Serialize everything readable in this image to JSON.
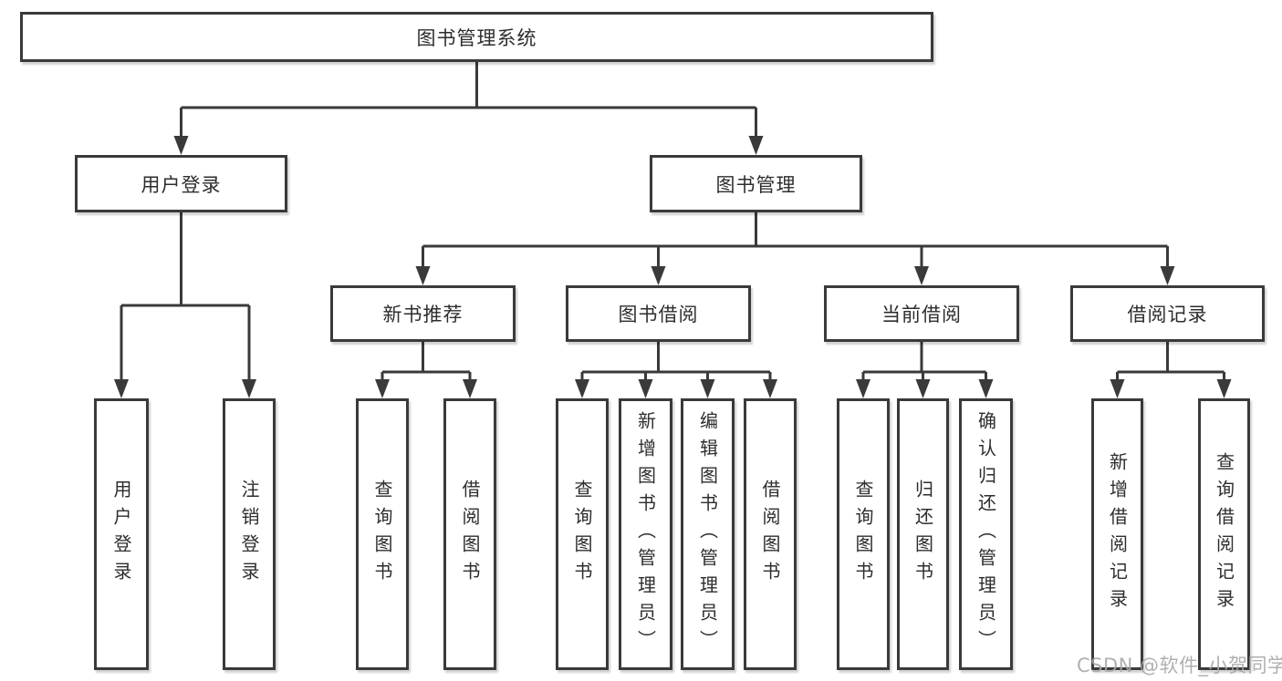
{
  "colors": {
    "line": "#3a3a3a",
    "box_border": "#3a3a3a",
    "box_fill": "#ffffff",
    "text": "#2d2d2d",
    "watermark_text_color": "#a8a8a8",
    "background": "#ffffff"
  },
  "tree": {
    "root": {
      "label": "图书管理系统"
    },
    "branches": [
      {
        "label": "用户登录",
        "children": [
          "用户登录",
          "注销登录"
        ]
      },
      {
        "label": "图书管理"
      }
    ],
    "modules": [
      {
        "label": "新书推荐",
        "children": [
          "查询图书",
          "借阅图书"
        ]
      },
      {
        "label": "图书借阅",
        "children": [
          "查询图书",
          "新增图书（管理员）",
          "编辑图书（管理员）",
          "借阅图书"
        ]
      },
      {
        "label": "当前借阅",
        "children": [
          "查询图书",
          "归还图书",
          "确认归还（管理员）"
        ]
      },
      {
        "label": "借阅记录",
        "children": [
          "新增借阅记录",
          "查询借阅记录"
        ]
      }
    ]
  },
  "watermark": {
    "text": "CSDN @软件_小贺同学"
  }
}
